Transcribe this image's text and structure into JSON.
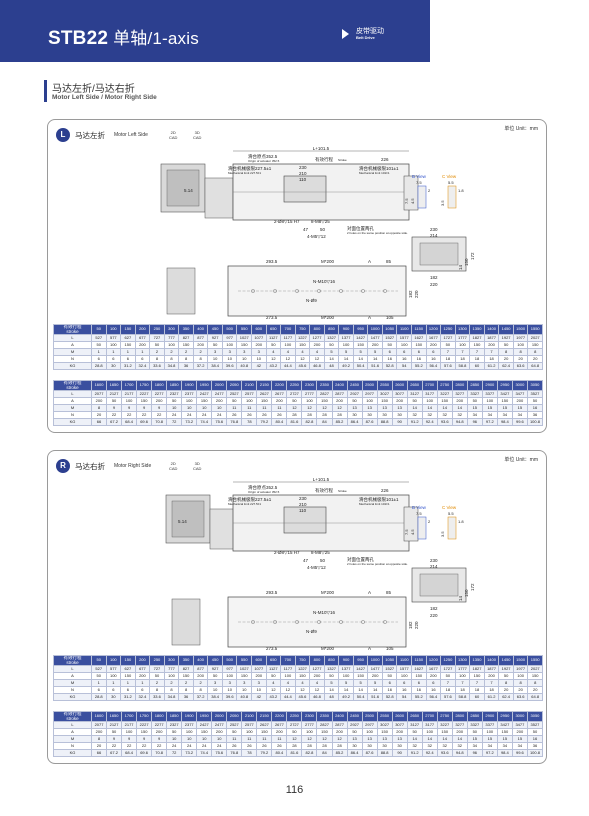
{
  "header": {
    "title_main": "STB22",
    "title_sub": " 单轴/1-axis",
    "drive_cn": "皮带驱动",
    "drive_en": "Belt Drive"
  },
  "section": {
    "title_cn": "马达左折/马达右折",
    "title_en": "Motor Left Side / Motor Right Side"
  },
  "colors": {
    "brand": "#2c3f8f",
    "header_cell": "#3a4f9f",
    "b_view": "#3355cc",
    "c_view": "#e08a00"
  },
  "panels": [
    {
      "badge": "L",
      "title_cn": "马达左折",
      "title_en": "Motor Left Side",
      "cad_2d": "2D\nCAD",
      "cad_3d": "3D\nCAD",
      "unit": "单位 Unit：mm",
      "dims": {
        "l_total": "L+101.5",
        "origin_cn": "滑台原点352.5",
        "origin_en": "Origin of actuator 352.5",
        "stroke_cn": "有效行程",
        "stroke_en": "Stroke",
        "d226": "226",
        "mech_cn": "滑台机械极限227.5±1",
        "mech_en": "Mechanical limit 227.5±1",
        "mech2_cn": "滑台机械极限101±1",
        "mech2_en": "Mechanical limit 101±1",
        "d230": "230",
        "d210": "210",
        "d110": "110",
        "d514": "5.14",
        "holes1": "2-Ø8▽15 H7",
        "holes2": "8-M8▽25",
        "d47": "47",
        "d50": "50",
        "holes3": "4-M5▽12",
        "opp_cn": "对面位置两孔",
        "opp_en": "2 holes on the same position at opposite side.",
        "d2935": "293.5",
        "m200": "M*200",
        "a": "A",
        "d85": "85",
        "nm10": "N-M10▽16",
        "n9": "N-Ø9",
        "d2735": "273.5",
        "m200b": "M*200",
        "ab": "A",
        "d105": "105",
        "d182": "182",
        "d220v": "220",
        "bview": "B View",
        "cview": "C View",
        "b75": "7.5",
        "b2": "2",
        "b45": "4.5",
        "b75b": "7.5",
        "c55": "5.5",
        "c18": "1.8",
        "c35": "3.5",
        "e230": "230",
        "e214": "214",
        "e182": "182",
        "e220": "220",
        "e172": "172",
        "e150": "150",
        "e14": "14"
      },
      "table": {
        "stroke_label_cn": "有效行程",
        "stroke_label_en": "stroke",
        "row_labels": [
          "L",
          "A",
          "M",
          "N",
          "KG"
        ],
        "strokes1": [
          "50",
          "100",
          "150",
          "200",
          "250",
          "300",
          "350",
          "400",
          "450",
          "500",
          "550",
          "600",
          "650",
          "700",
          "750",
          "800",
          "850",
          "900",
          "950",
          "1000",
          "1050",
          "1100",
          "1150",
          "1200",
          "1250",
          "1300",
          "1350",
          "1400",
          "1450",
          "1500",
          "1550"
        ],
        "L1": [
          "527",
          "577",
          "627",
          "677",
          "727",
          "777",
          "827",
          "877",
          "927",
          "977",
          "1027",
          "1077",
          "1127",
          "1177",
          "1227",
          "1277",
          "1327",
          "1377",
          "1427",
          "1477",
          "1527",
          "1577",
          "1627",
          "1677",
          "1727",
          "1777",
          "1827",
          "1877",
          "1927",
          "1977",
          "2027"
        ],
        "A1": [
          "50",
          "100",
          "150",
          "200",
          "50",
          "100",
          "150",
          "200",
          "50",
          "100",
          "150",
          "200",
          "50",
          "100",
          "150",
          "200",
          "50",
          "100",
          "150",
          "200",
          "50",
          "100",
          "150",
          "200",
          "50",
          "100",
          "150",
          "200",
          "50",
          "100",
          "150"
        ],
        "M1": [
          "1",
          "1",
          "1",
          "1",
          "2",
          "2",
          "2",
          "2",
          "3",
          "3",
          "3",
          "3",
          "4",
          "4",
          "4",
          "4",
          "5",
          "5",
          "5",
          "5",
          "6",
          "6",
          "6",
          "6",
          "7",
          "7",
          "7",
          "7",
          "8",
          "8",
          "8"
        ],
        "N1": [
          "6",
          "6",
          "6",
          "6",
          "8",
          "8",
          "8",
          "8",
          "10",
          "10",
          "10",
          "10",
          "12",
          "12",
          "12",
          "12",
          "14",
          "14",
          "14",
          "14",
          "16",
          "16",
          "16",
          "16",
          "18",
          "18",
          "18",
          "18",
          "20",
          "20",
          "20"
        ],
        "KG1": [
          "28.8",
          "30",
          "31.2",
          "32.4",
          "33.6",
          "34.8",
          "36",
          "37.2",
          "38.4",
          "39.6",
          "40.8",
          "42",
          "43.2",
          "44.4",
          "45.6",
          "46.8",
          "48",
          "49.2",
          "50.4",
          "51.6",
          "52.8",
          "54",
          "55.2",
          "56.4",
          "57.6",
          "58.8",
          "60",
          "61.2",
          "62.4",
          "63.6",
          "64.8"
        ],
        "strokes2": [
          "1600",
          "1650",
          "1700",
          "1750",
          "1800",
          "1850",
          "1900",
          "1950",
          "2000",
          "2050",
          "2100",
          "2150",
          "2200",
          "2250",
          "2300",
          "2350",
          "2400",
          "2450",
          "2500",
          "2550",
          "2600",
          "2650",
          "2700",
          "2750",
          "2800",
          "2850",
          "2900",
          "2950",
          "3000",
          "3050"
        ],
        "L2": [
          "2077",
          "2127",
          "2177",
          "2227",
          "2277",
          "2327",
          "2377",
          "2427",
          "2477",
          "2527",
          "2577",
          "2627",
          "2677",
          "2727",
          "2777",
          "2827",
          "2877",
          "2927",
          "2977",
          "3027",
          "3077",
          "3127",
          "3177",
          "3227",
          "3277",
          "3327",
          "3377",
          "3427",
          "3477",
          "3527"
        ],
        "A2": [
          "200",
          "50",
          "100",
          "150",
          "200",
          "50",
          "100",
          "150",
          "200",
          "50",
          "100",
          "150",
          "200",
          "50",
          "100",
          "150",
          "200",
          "50",
          "100",
          "150",
          "200",
          "50",
          "100",
          "150",
          "200",
          "50",
          "100",
          "150",
          "200",
          "50"
        ],
        "M2": [
          "8",
          "9",
          "9",
          "9",
          "9",
          "10",
          "10",
          "10",
          "10",
          "11",
          "11",
          "11",
          "11",
          "12",
          "12",
          "12",
          "12",
          "13",
          "13",
          "13",
          "13",
          "14",
          "14",
          "14",
          "14",
          "15",
          "15",
          "15",
          "15",
          "16"
        ],
        "N2": [
          "20",
          "22",
          "22",
          "22",
          "22",
          "24",
          "24",
          "24",
          "24",
          "26",
          "26",
          "26",
          "26",
          "28",
          "28",
          "28",
          "28",
          "30",
          "30",
          "30",
          "30",
          "32",
          "32",
          "32",
          "32",
          "34",
          "34",
          "34",
          "34",
          "36"
        ],
        "KG2": [
          "66",
          "67.2",
          "68.4",
          "69.6",
          "70.8",
          "72",
          "73.2",
          "74.4",
          "75.6",
          "76.8",
          "78",
          "79.2",
          "80.4",
          "81.6",
          "82.8",
          "84",
          "85.2",
          "86.4",
          "87.6",
          "88.8",
          "90",
          "91.2",
          "92.4",
          "93.6",
          "94.8",
          "96",
          "97.2",
          "98.4",
          "99.6",
          "100.8"
        ]
      }
    },
    {
      "badge": "R",
      "title_cn": "马达右折",
      "title_en": "Motor Right Side",
      "cad_2d": "2D\nCAD",
      "cad_3d": "3D\nCAD",
      "unit": "单位 Unit：mm",
      "dims": {
        "l_total": "L+101.5",
        "origin_cn": "滑台原点352.5",
        "origin_en": "Origin of actuator 352.5",
        "stroke_cn": "有效行程",
        "stroke_en": "Stroke",
        "d226": "226",
        "mech_cn": "滑台机械极限227.5±1",
        "mech_en": "Mechanical limit 227.5±1",
        "mech2_cn": "滑台机械极限101±1",
        "mech2_en": "Mechanical limit 101±1",
        "d230": "230",
        "d210": "210",
        "d110": "110",
        "d514": "5.14",
        "holes1": "2-Ø8▽15 H7",
        "holes2": "8-M8▽25",
        "d47": "47",
        "d50": "50",
        "holes3": "4-M5▽12",
        "opp_cn": "对面位置两孔",
        "opp_en": "2 holes on the same position at opposite side.",
        "d2935": "293.5",
        "m200": "M*200",
        "a": "A",
        "d85": "85",
        "nm10": "N-M10▽16",
        "n9": "N-Ø9",
        "d2735": "273.5",
        "m200b": "M*200",
        "ab": "A",
        "d105": "105",
        "d182": "182",
        "d220v": "220",
        "bview": "B View",
        "cview": "C View",
        "b75": "7.5",
        "b2": "2",
        "b45": "4.5",
        "b75b": "7.5",
        "c55": "5.5",
        "c18": "1.8",
        "c35": "3.5",
        "e230": "230",
        "e214": "214",
        "e182": "182",
        "e220": "220",
        "e172": "172",
        "e150": "150",
        "e14": "14"
      },
      "table": {
        "stroke_label_cn": "有效行程",
        "stroke_label_en": "stroke",
        "row_labels": [
          "L",
          "A",
          "M",
          "N",
          "KG"
        ],
        "strokes1": [
          "50",
          "100",
          "150",
          "200",
          "250",
          "300",
          "350",
          "400",
          "450",
          "500",
          "550",
          "600",
          "650",
          "700",
          "750",
          "800",
          "850",
          "900",
          "950",
          "1000",
          "1050",
          "1100",
          "1150",
          "1200",
          "1250",
          "1300",
          "1350",
          "1400",
          "1450",
          "1500",
          "1550"
        ],
        "L1": [
          "527",
          "577",
          "627",
          "677",
          "727",
          "777",
          "827",
          "877",
          "927",
          "977",
          "1027",
          "1077",
          "1127",
          "1177",
          "1227",
          "1277",
          "1327",
          "1377",
          "1427",
          "1477",
          "1527",
          "1577",
          "1627",
          "1677",
          "1727",
          "1777",
          "1827",
          "1877",
          "1927",
          "1977",
          "2027"
        ],
        "A1": [
          "50",
          "100",
          "150",
          "200",
          "50",
          "100",
          "150",
          "200",
          "50",
          "100",
          "150",
          "200",
          "50",
          "100",
          "150",
          "200",
          "50",
          "100",
          "150",
          "200",
          "50",
          "100",
          "150",
          "200",
          "50",
          "100",
          "150",
          "200",
          "50",
          "100",
          "150"
        ],
        "M1": [
          "1",
          "1",
          "1",
          "1",
          "2",
          "2",
          "2",
          "2",
          "3",
          "3",
          "3",
          "3",
          "4",
          "4",
          "4",
          "4",
          "5",
          "5",
          "5",
          "5",
          "6",
          "6",
          "6",
          "6",
          "7",
          "7",
          "7",
          "7",
          "8",
          "8",
          "8"
        ],
        "N1": [
          "6",
          "6",
          "6",
          "6",
          "8",
          "8",
          "8",
          "8",
          "10",
          "10",
          "10",
          "10",
          "12",
          "12",
          "12",
          "12",
          "14",
          "14",
          "14",
          "14",
          "16",
          "16",
          "16",
          "16",
          "18",
          "18",
          "18",
          "18",
          "20",
          "20",
          "20"
        ],
        "KG1": [
          "28.8",
          "30",
          "31.2",
          "32.4",
          "33.6",
          "34.8",
          "36",
          "37.2",
          "38.4",
          "39.6",
          "40.8",
          "42",
          "43.2",
          "44.4",
          "45.6",
          "46.8",
          "48",
          "49.2",
          "50.4",
          "51.6",
          "52.8",
          "54",
          "55.2",
          "56.4",
          "57.6",
          "58.8",
          "60",
          "61.2",
          "62.4",
          "63.6",
          "64.8"
        ],
        "strokes2": [
          "1600",
          "1650",
          "1700",
          "1750",
          "1800",
          "1850",
          "1900",
          "1950",
          "2000",
          "2050",
          "2100",
          "2150",
          "2200",
          "2250",
          "2300",
          "2350",
          "2400",
          "2450",
          "2500",
          "2550",
          "2600",
          "2650",
          "2700",
          "2750",
          "2800",
          "2850",
          "2900",
          "2950",
          "3000",
          "3050"
        ],
        "L2": [
          "2077",
          "2127",
          "2177",
          "2227",
          "2277",
          "2327",
          "2377",
          "2427",
          "2477",
          "2527",
          "2577",
          "2627",
          "2677",
          "2727",
          "2777",
          "2827",
          "2877",
          "2927",
          "2977",
          "3027",
          "3077",
          "3127",
          "3177",
          "3227",
          "3277",
          "3327",
          "3377",
          "3427",
          "3477",
          "3527"
        ],
        "A2": [
          "200",
          "50",
          "100",
          "150",
          "200",
          "50",
          "100",
          "150",
          "200",
          "50",
          "100",
          "150",
          "200",
          "50",
          "100",
          "150",
          "200",
          "50",
          "100",
          "150",
          "200",
          "50",
          "100",
          "150",
          "200",
          "50",
          "100",
          "150",
          "200",
          "50"
        ],
        "M2": [
          "8",
          "9",
          "9",
          "9",
          "9",
          "10",
          "10",
          "10",
          "10",
          "11",
          "11",
          "11",
          "11",
          "12",
          "12",
          "12",
          "12",
          "13",
          "13",
          "13",
          "13",
          "14",
          "14",
          "14",
          "14",
          "15",
          "15",
          "15",
          "15",
          "16"
        ],
        "N2": [
          "20",
          "22",
          "22",
          "22",
          "22",
          "24",
          "24",
          "24",
          "24",
          "26",
          "26",
          "26",
          "26",
          "28",
          "28",
          "28",
          "28",
          "30",
          "30",
          "30",
          "30",
          "32",
          "32",
          "32",
          "32",
          "34",
          "34",
          "34",
          "34",
          "36"
        ],
        "KG2": [
          "66",
          "67.2",
          "68.4",
          "69.6",
          "70.8",
          "72",
          "73.2",
          "74.4",
          "75.6",
          "76.8",
          "78",
          "79.2",
          "80.4",
          "81.6",
          "82.8",
          "84",
          "85.2",
          "86.4",
          "87.6",
          "88.8",
          "90",
          "91.2",
          "92.4",
          "93.6",
          "94.8",
          "96",
          "97.2",
          "98.4",
          "99.6",
          "100.8"
        ]
      }
    }
  ],
  "page_number": "116"
}
